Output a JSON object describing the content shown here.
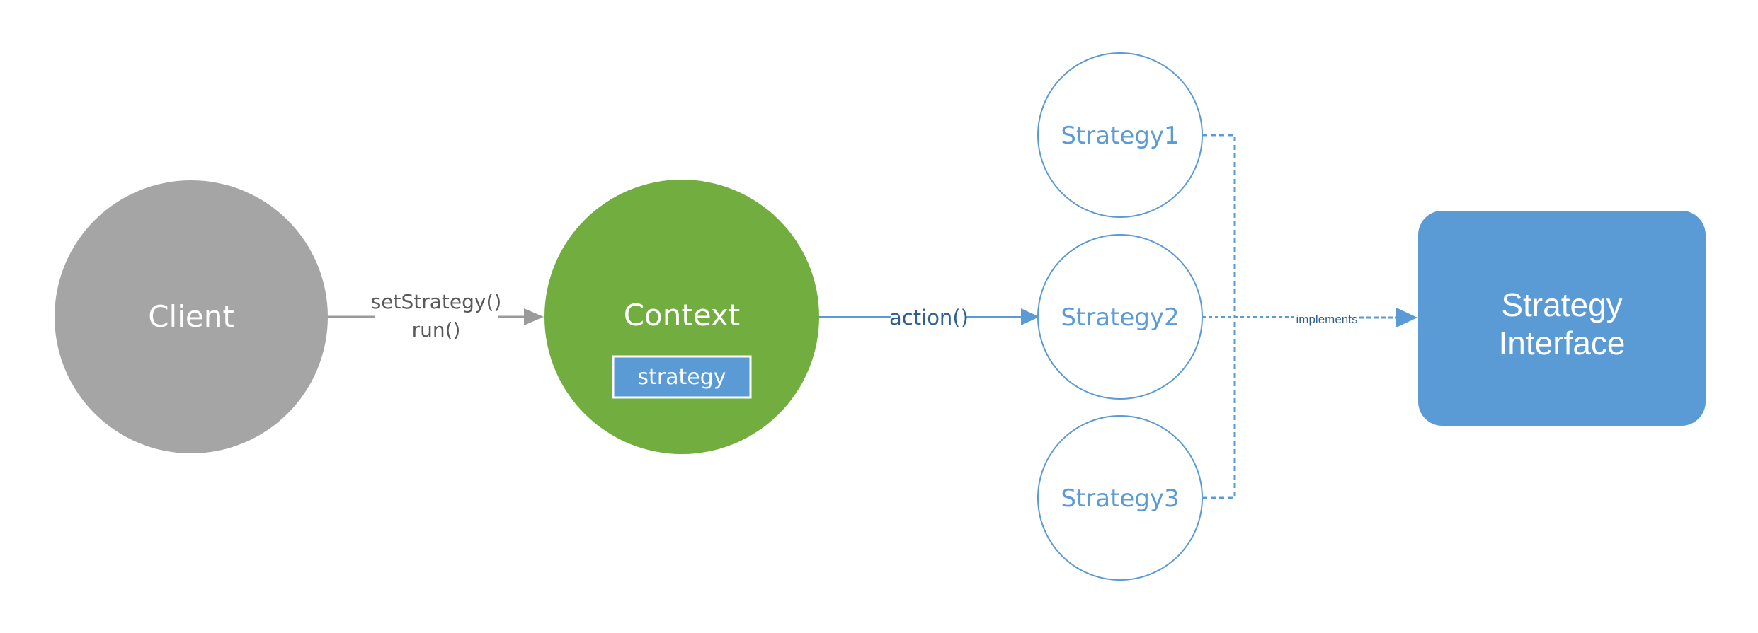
{
  "nodes": {
    "client": {
      "label": "Client"
    },
    "context": {
      "label": "Context",
      "field": "strategy"
    },
    "strategy1": {
      "label": "Strategy1"
    },
    "strategy2": {
      "label": "Strategy2"
    },
    "strategy3": {
      "label": "Strategy3"
    },
    "interface": {
      "line1": "Strategy",
      "line2": "Interface"
    }
  },
  "edges": {
    "client_context": {
      "line1": "setStrategy()",
      "line2": "run()"
    },
    "context_strategy": {
      "label": "action()"
    },
    "implements": {
      "label": "implements"
    }
  },
  "colors": {
    "client": "#a5a5a5",
    "client_edge": "#9a9a9a",
    "context": "#72ad40",
    "accent": "#5b9bd5",
    "edge_text": "#2e5f8f",
    "white": "#ffffff",
    "gray_text": "#595959"
  }
}
